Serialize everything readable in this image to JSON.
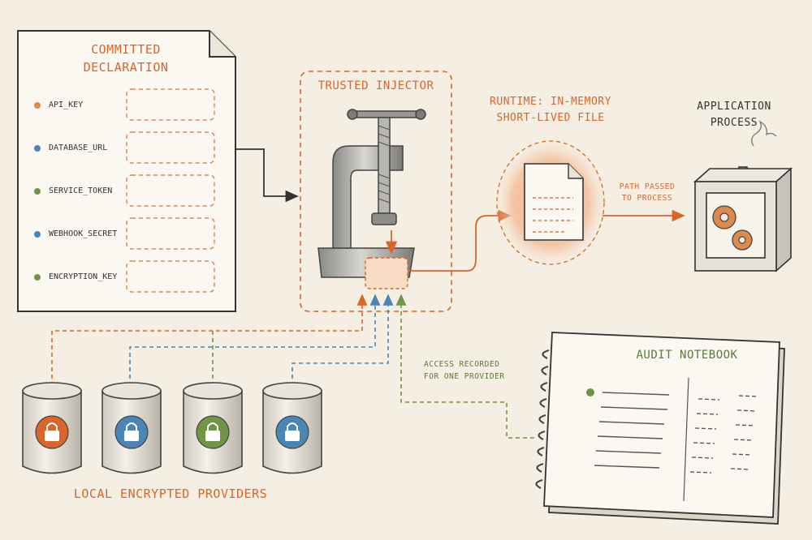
{
  "declaration": {
    "title_line1": "COMMITTED",
    "title_line2": "DECLARATION",
    "fields": [
      {
        "name": "API_KEY",
        "color": "#e0864f"
      },
      {
        "name": "DATABASE_URL",
        "color": "#4a86b5"
      },
      {
        "name": "SERVICE_TOKEN",
        "color": "#6f9546"
      },
      {
        "name": "WEBHOOK_SECRET",
        "color": "#4a86b5"
      },
      {
        "name": "ENCRYPTION_KEY",
        "color": "#6f9546"
      }
    ]
  },
  "injector": {
    "title": "TRUSTED INJECTOR",
    "icon": "press-clamp-icon"
  },
  "runtime": {
    "title_line1": "RUNTIME: IN-MEMORY",
    "title_line2": "SHORT-LIVED FILE",
    "icon": "document-icon"
  },
  "process": {
    "title_line1": "APPLICATION",
    "title_line2": "PROCESS",
    "edge_label_line1": "PATH PASSED",
    "edge_label_line2": "TO PROCESS",
    "icon": "gears-machine-icon"
  },
  "providers": {
    "label": "LOCAL ENCRYPTED PROVIDERS",
    "items": [
      {
        "color": "#d9652a",
        "icon": "lock-icon"
      },
      {
        "color": "#4a86b5",
        "icon": "lock-icon"
      },
      {
        "color": "#6f9546",
        "icon": "lock-icon"
      },
      {
        "color": "#4a86b5",
        "icon": "lock-icon"
      }
    ]
  },
  "audit": {
    "title": "AUDIT NOTEBOOK",
    "edge_label_line1": "ACCESS RECORDED",
    "edge_label_line2": "FOR ONE PROVIDER",
    "icon": "notebook-icon"
  },
  "colors": {
    "orange": "#d9652a",
    "blue": "#4a86b5",
    "green": "#6f9546",
    "ink": "#333333",
    "paper": "#f5efe3"
  }
}
